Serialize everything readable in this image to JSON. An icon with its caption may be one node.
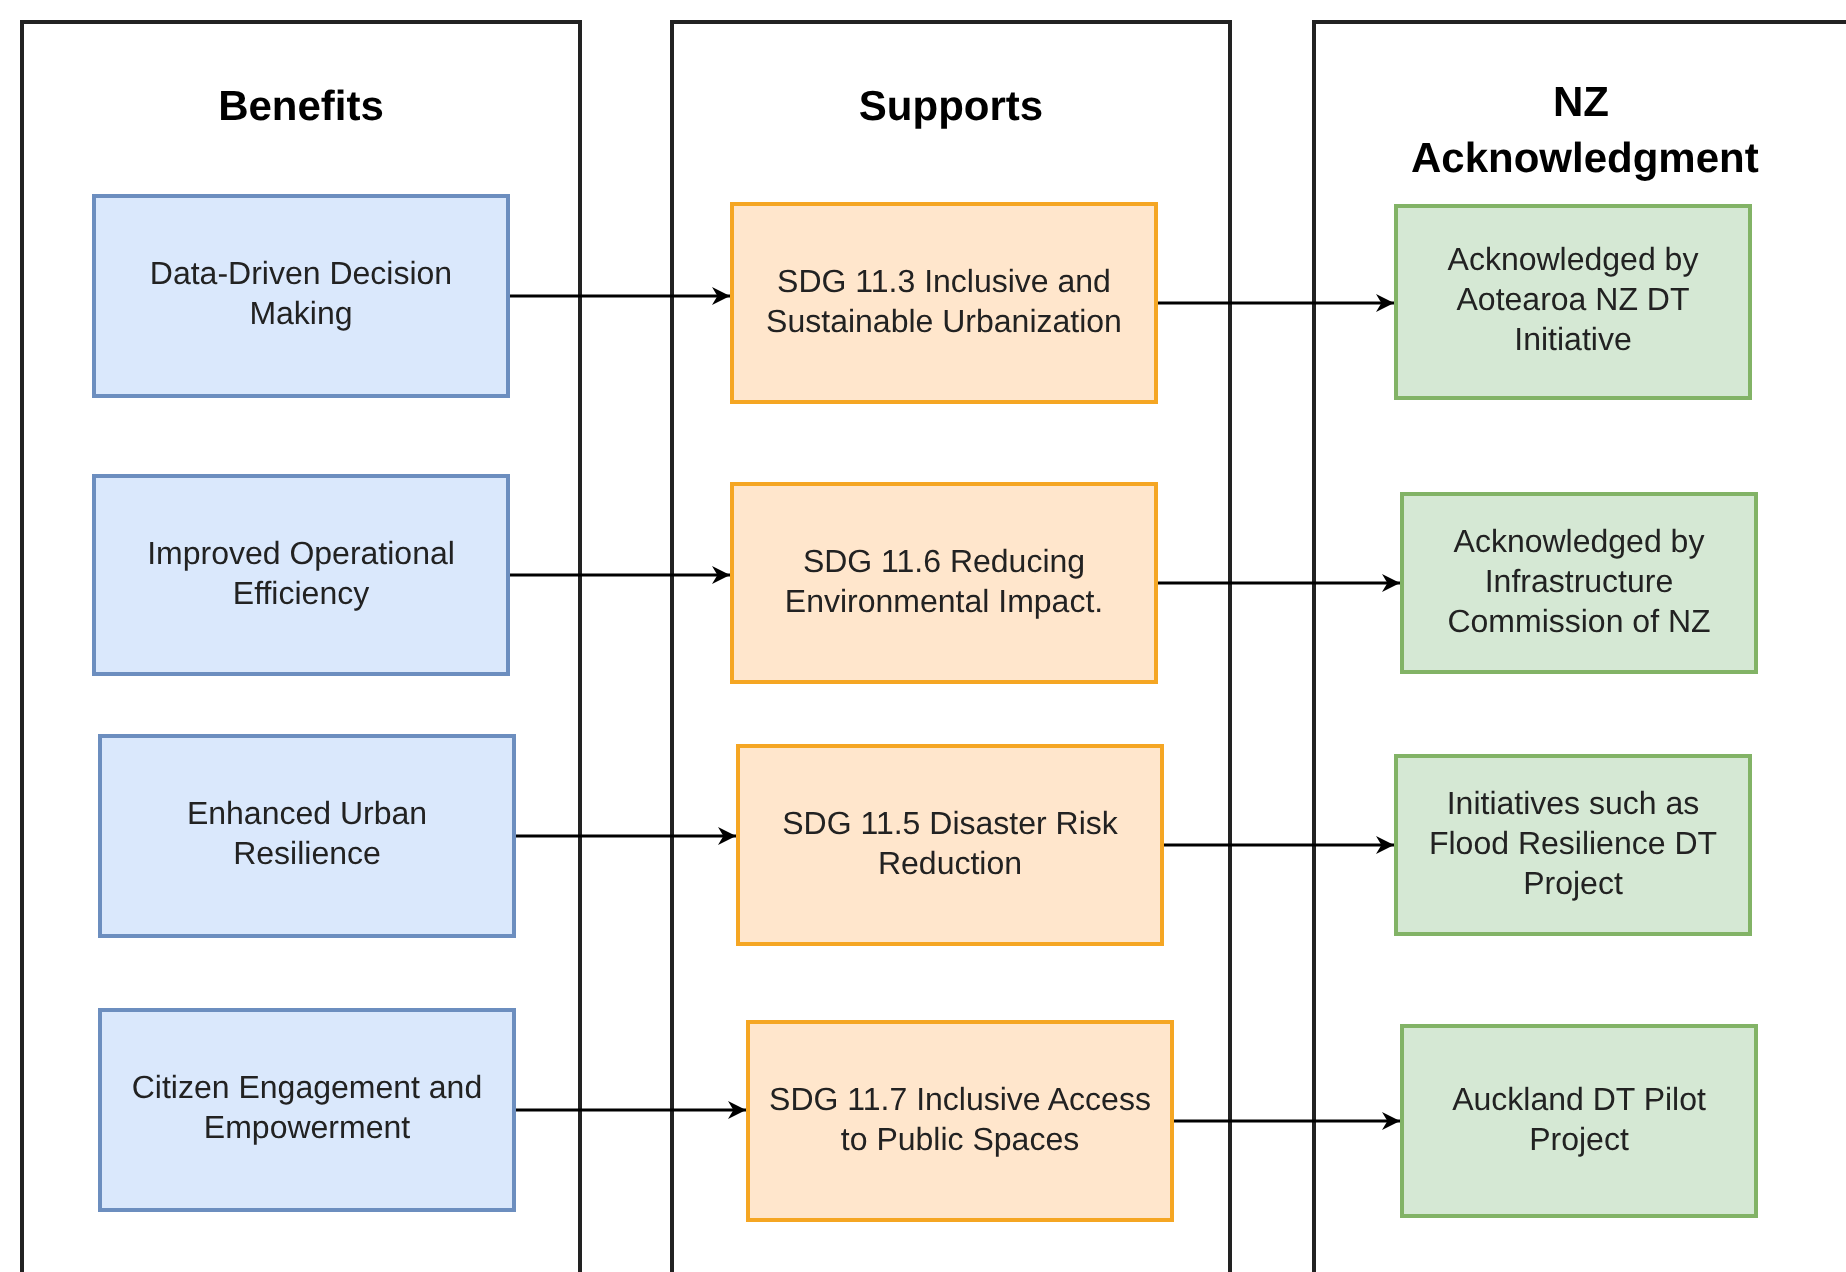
{
  "diagram": {
    "nodes": [
      {
        "text": [
          "Benefits"
        ]
      },
      {
        "text": [
          "Data-Driven Decision Making"
        ],
        "in": 0
      },
      {
        "text": [
          "Improved Operational Efficiency"
        ],
        "in": 0
      },
      {
        "text": [
          "Enhanced Urban Resilience"
        ],
        "in": 0
      },
      {
        "text": [
          "Citizen Engagement and Empowerment"
        ],
        "in": 0
      },
      {
        "text": [
          "Supports"
        ]
      },
      {
        "text": [
          "SDG 11.3 Inclusive and Sustainable Urbanization"
        ],
        "in": 5
      },
      {
        "text": [
          "SDG 11.6 Reducing Environmental Impact."
        ],
        "in": 5
      },
      {
        "text": [
          "SDG 11.5 Disaster Risk Reduction"
        ],
        "in": 5
      },
      {
        "text": [
          "SDG 11.7 Inclusive Access to Public Spaces"
        ],
        "in": 5
      },
      {
        "text": [
          "NZ Acknowledgment"
        ]
      },
      {
        "text": [
          "Acknowledged by Aotearoa NZ DT Initiative"
        ],
        "in": 10
      },
      {
        "text": [
          "Acknowledged by Infrastructure Commission of NZ"
        ],
        "in": 10
      },
      {
        "text": [
          "Initiatives such as Flood Resilience DT Project"
        ],
        "in": 10
      },
      {
        "text": [
          "Auckland DT Pilot Project"
        ],
        "in": 10
      }
    ],
    "edges": [
      {
        "from": 1,
        "to": 6,
        "arrow": "to"
      },
      {
        "from": 2,
        "to": 7,
        "arrow": "to"
      },
      {
        "from": 3,
        "to": 8,
        "arrow": "to"
      },
      {
        "from": 4,
        "to": 9,
        "arrow": "to"
      },
      {
        "from": 6,
        "to": 11,
        "arrow": "to"
      },
      {
        "from": 7,
        "to": 12,
        "arrow": "to"
      },
      {
        "from": 8,
        "to": 13,
        "arrow": "to"
      },
      {
        "from": 9,
        "to": 14,
        "arrow": "to"
      }
    ]
  }
}
